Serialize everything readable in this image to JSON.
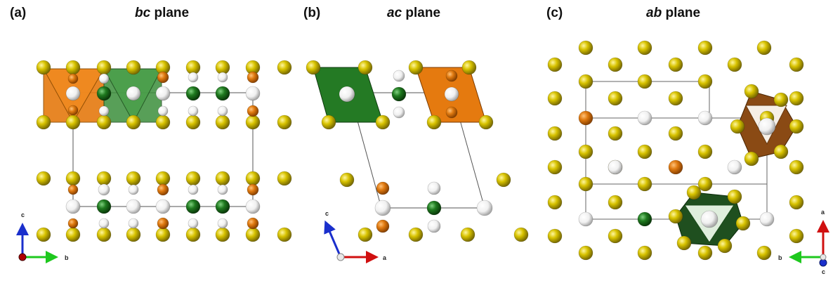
{
  "colors": {
    "sulfur": "#d8c300",
    "metal_green": "#1f7a1f",
    "metal_orange": "#e07a10",
    "vacancy_white": "#f2f2f2",
    "poly_orange": "#e57a0f",
    "poly_green": "#2d8a2d",
    "poly_brown": "#8a4a14",
    "poly_darkgreen": "#1f5a1f"
  },
  "panels": [
    {
      "letter": "(a)",
      "title_italic": "bc",
      "title_rest": " plane",
      "axes": {
        "up": "c",
        "right": "b"
      }
    },
    {
      "letter": "(b)",
      "title_italic": "ac",
      "title_rest": " plane",
      "axes": {
        "up": "c",
        "right": "a"
      }
    },
    {
      "letter": "(c)",
      "title_italic": "ab",
      "title_rest": " plane",
      "axes": {
        "up": "a",
        "left": "b",
        "center": "c"
      }
    }
  ]
}
